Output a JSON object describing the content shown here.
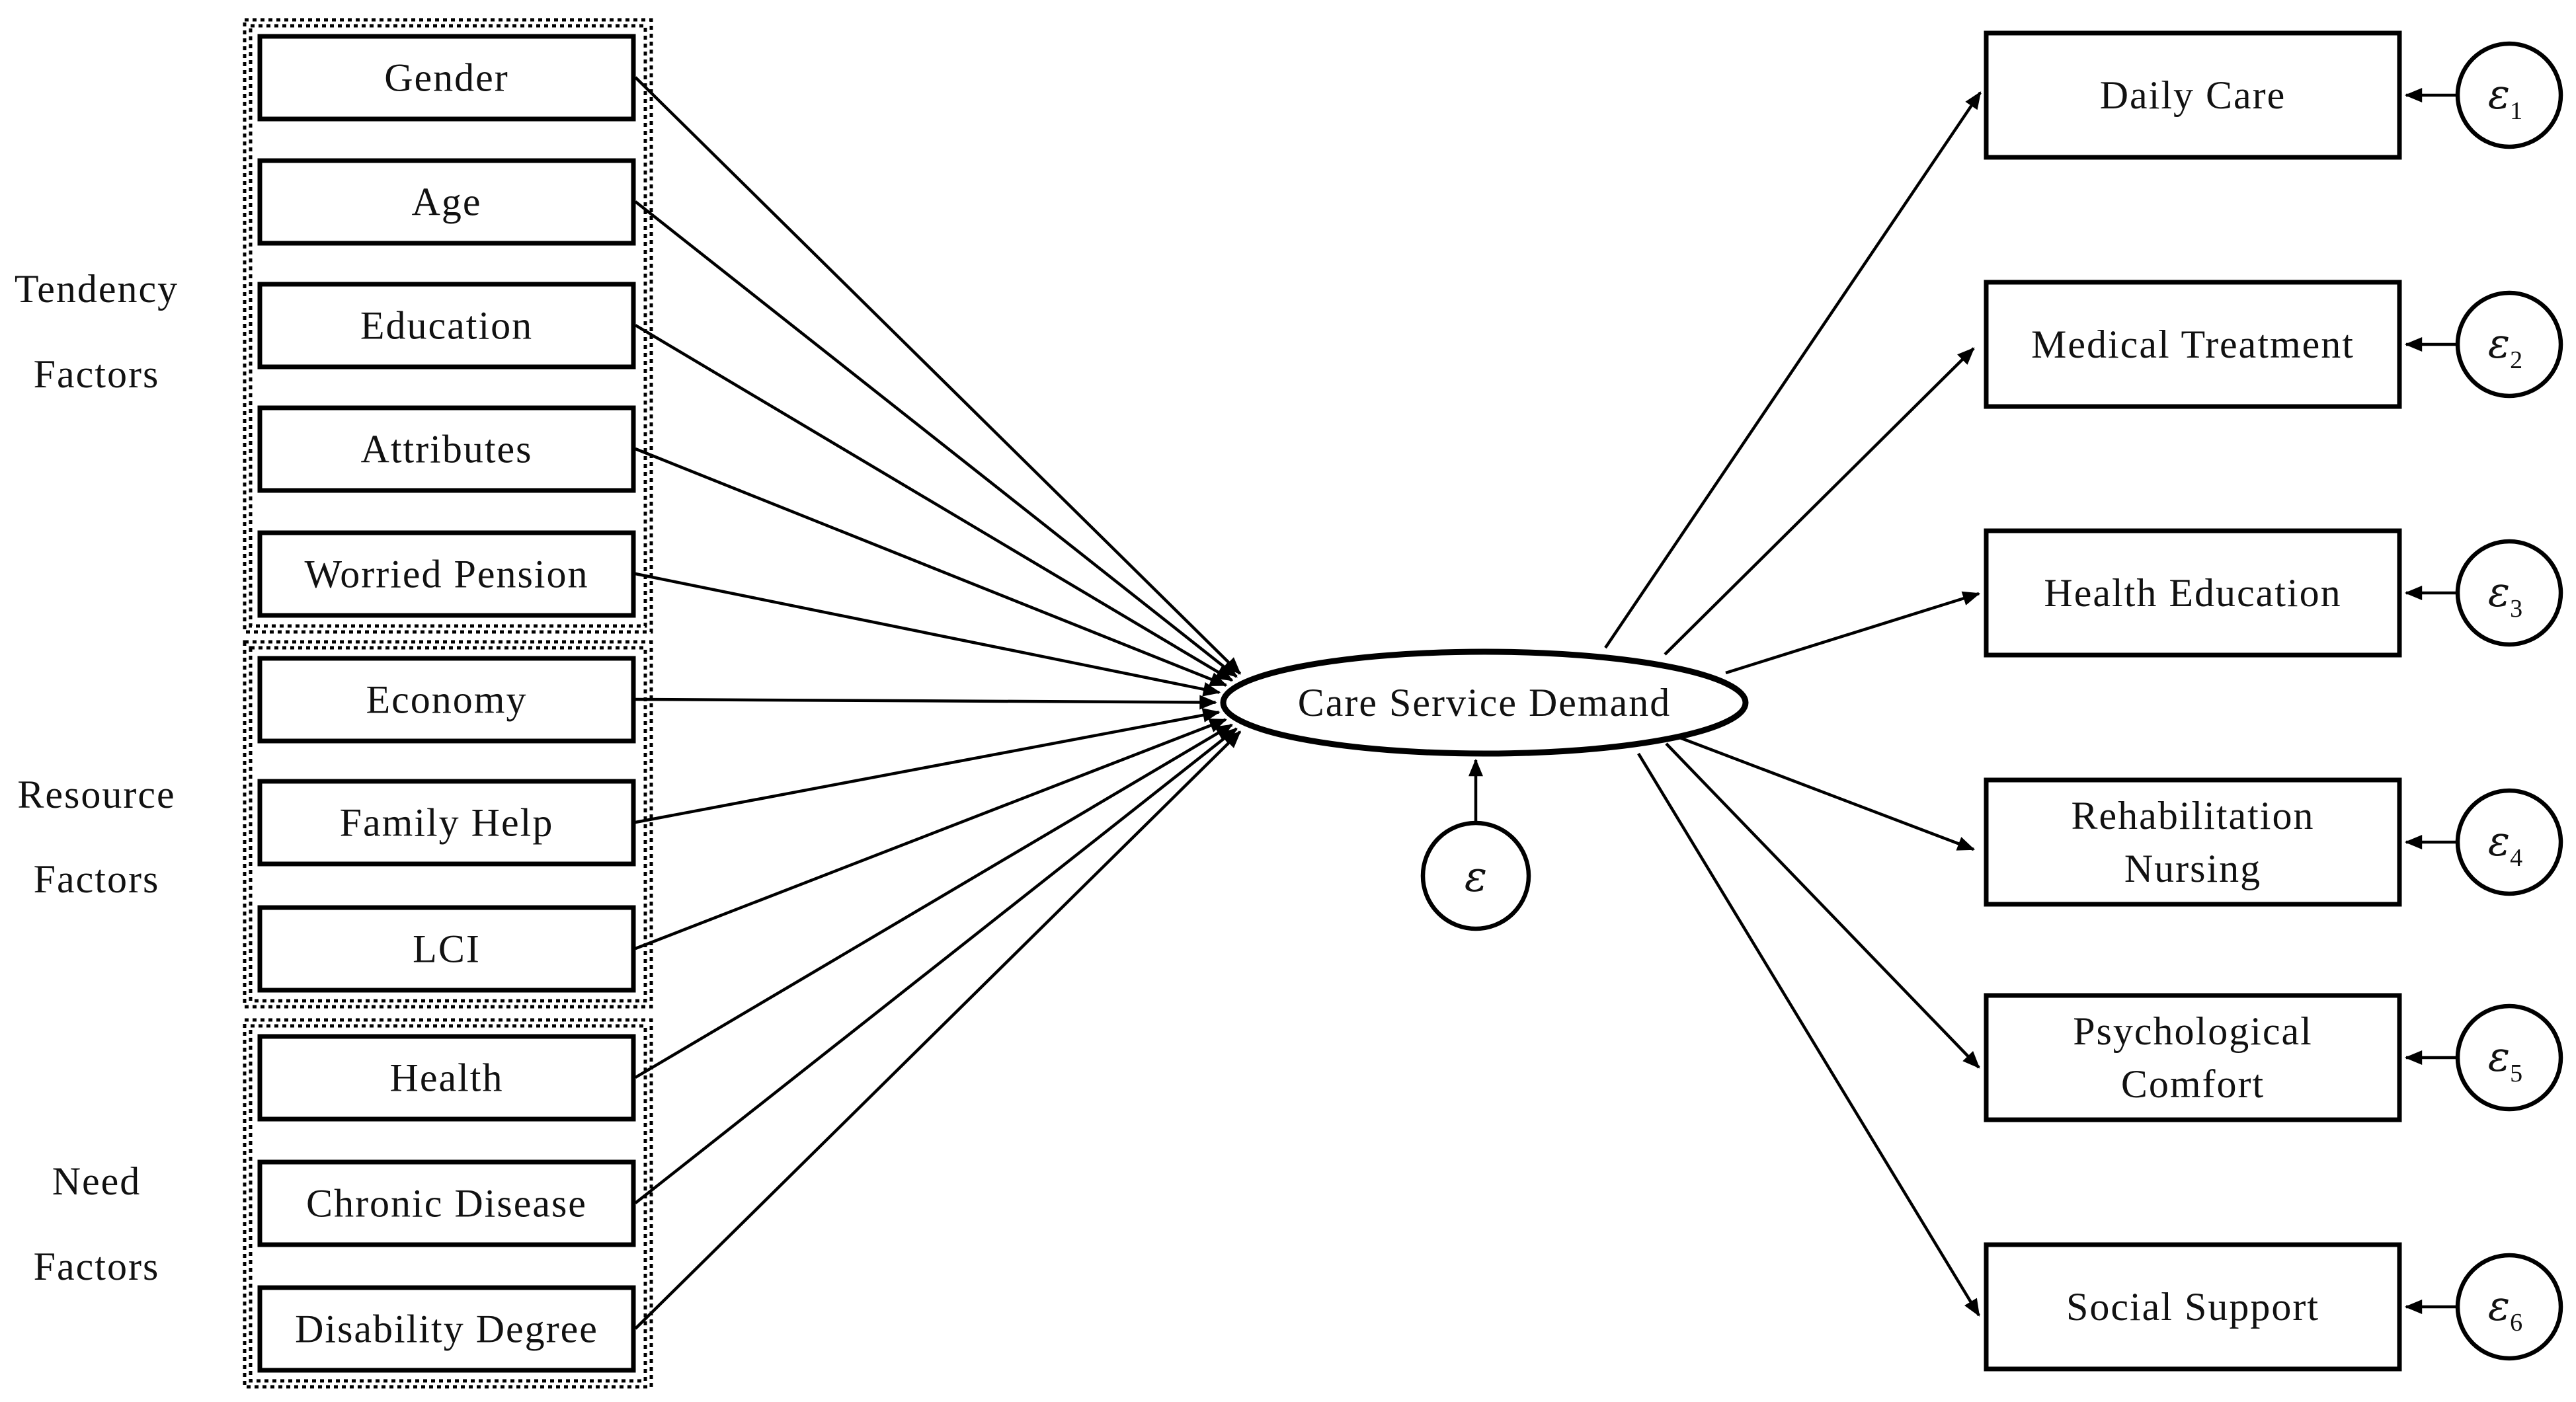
{
  "groups": [
    {
      "id": "tendency",
      "label_lines": [
        "Tendency",
        "Factors"
      ]
    },
    {
      "id": "resource",
      "label_lines": [
        "Resource",
        "Factors"
      ]
    },
    {
      "id": "need",
      "label_lines": [
        "Need",
        "Factors"
      ]
    }
  ],
  "predictors": [
    {
      "id": "gender",
      "label": "Gender",
      "group": "tendency"
    },
    {
      "id": "age",
      "label": "Age",
      "group": "tendency"
    },
    {
      "id": "education",
      "label": "Education",
      "group": "tendency"
    },
    {
      "id": "attributes",
      "label": "Attributes",
      "group": "tendency"
    },
    {
      "id": "worried-pension",
      "label": "Worried Pension",
      "group": "tendency"
    },
    {
      "id": "economy",
      "label": "Economy",
      "group": "resource"
    },
    {
      "id": "family-help",
      "label": "Family Help",
      "group": "resource"
    },
    {
      "id": "lci",
      "label": "LCI",
      "group": "resource"
    },
    {
      "id": "health",
      "label": "Health",
      "group": "need"
    },
    {
      "id": "chronic-disease",
      "label": "Chronic Disease",
      "group": "need"
    },
    {
      "id": "disability-degree",
      "label": "Disability Degree",
      "group": "need"
    }
  ],
  "latent": {
    "id": "care-service-demand",
    "label": "Care Service Demand",
    "error_symbol": "ε"
  },
  "outcomes": [
    {
      "id": "daily-care",
      "label_lines": [
        "Daily Care"
      ],
      "error_symbol": "ε",
      "error_index": "1"
    },
    {
      "id": "medical-treatment",
      "label_lines": [
        "Medical Treatment"
      ],
      "error_symbol": "ε",
      "error_index": "2"
    },
    {
      "id": "health-education",
      "label_lines": [
        "Health Education"
      ],
      "error_symbol": "ε",
      "error_index": "3"
    },
    {
      "id": "rehabilitation-nursing",
      "label_lines": [
        "Rehabilitation",
        "Nursing"
      ],
      "error_symbol": "ε",
      "error_index": "4"
    },
    {
      "id": "psychological-comfort",
      "label_lines": [
        "Psychological",
        "Comfort"
      ],
      "error_symbol": "ε",
      "error_index": "5"
    },
    {
      "id": "social-support",
      "label_lines": [
        "Social Support"
      ],
      "error_symbol": "ε",
      "error_index": "6"
    }
  ],
  "colors": {
    "stroke": "#000000",
    "text": "#111111",
    "background": "#ffffff"
  }
}
